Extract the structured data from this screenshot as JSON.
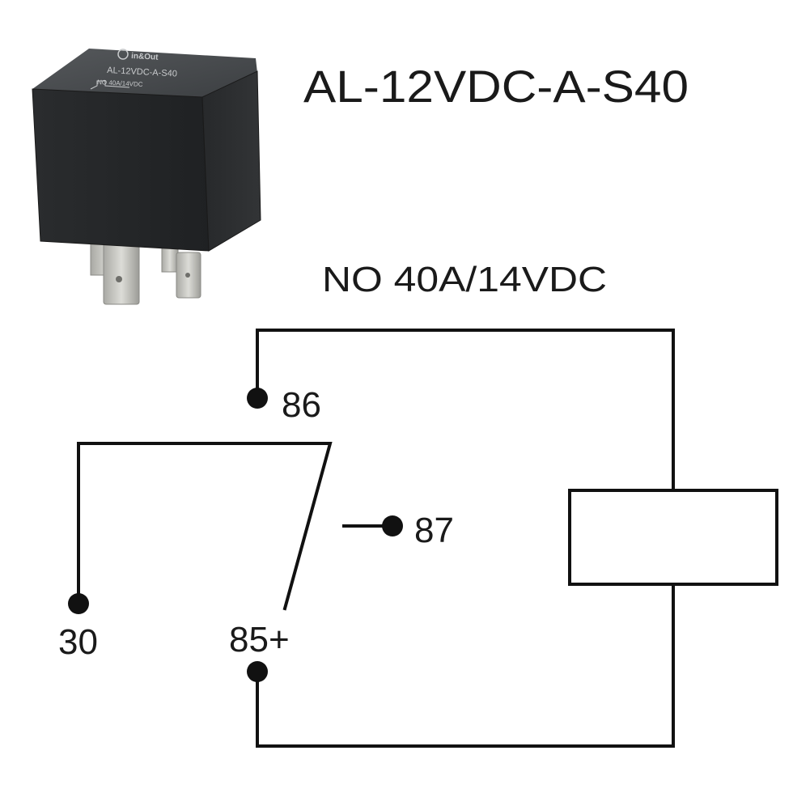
{
  "product": {
    "model": "AL-12VDC-A-S40",
    "rating": "NO 40A/14VDC",
    "relay_photo": {
      "brand_logo_text": "in&Out",
      "top_model_text": "AL-12VDC-A-S40",
      "top_rating_text": "NO 40A/14VDC"
    }
  },
  "terminals": {
    "t86": "86",
    "t87": "87",
    "t30": "30",
    "t85": "85+"
  },
  "colors": {
    "line": "#111111",
    "relay_body": "#2b2d2f",
    "pin": "#c9c9c4"
  }
}
